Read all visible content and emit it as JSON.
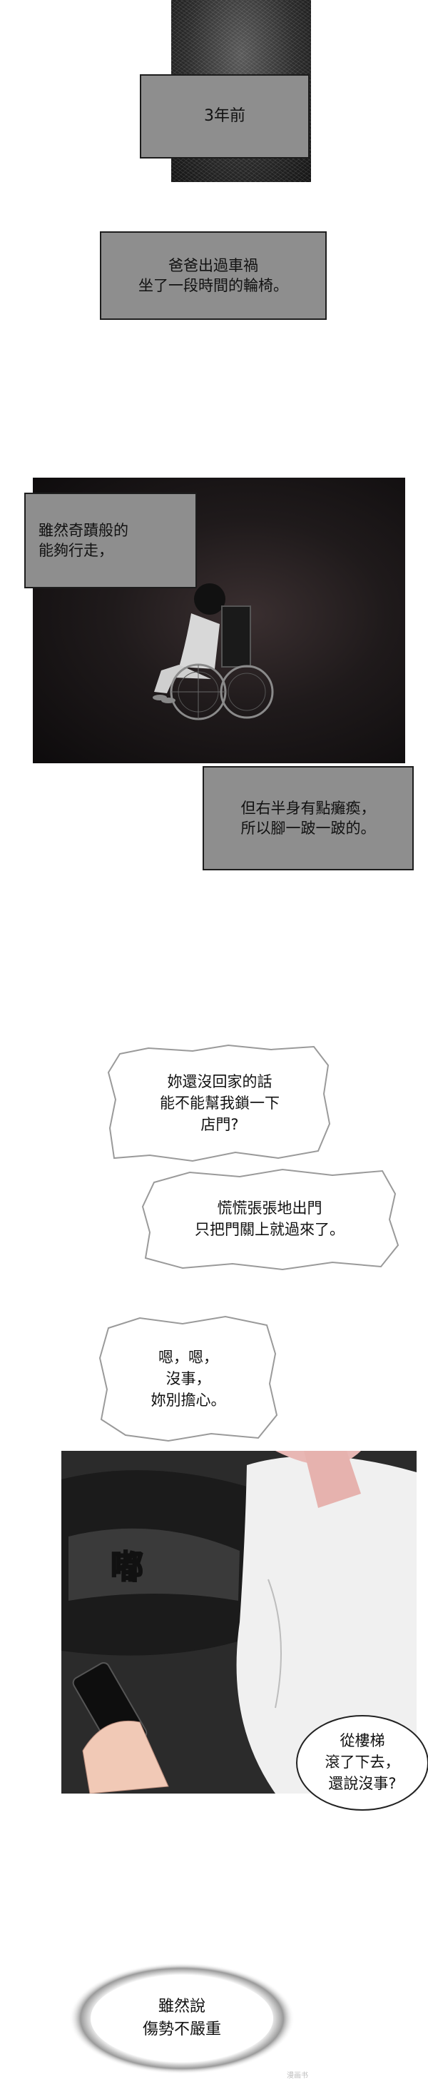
{
  "captions": {
    "three_years_ago": "3年前",
    "dad_accident": "爸爸出過車禍\n坐了一段時間的輪椅。",
    "walk_again": "雖然奇蹟般的\n能夠行走，",
    "paralysis": "但右半身有點癱瘓，\n所以腳一跛一跛的。"
  },
  "bubbles": {
    "lock_door": "妳還沒回家的話\n能不能幫我鎖一下\n店門?",
    "rushed_out": "慌慌張張地出門\n只把門關上就過來了。",
    "its_ok": "嗯，嗯，\n沒事，\n妳別擔心。",
    "fell_stairs": "從樓梯\n滾了下去，\n還說沒事?",
    "not_serious": "雖然說\n傷勢不嚴重"
  },
  "sfx": {
    "du": "嘟"
  },
  "credit": "漫画书"
}
